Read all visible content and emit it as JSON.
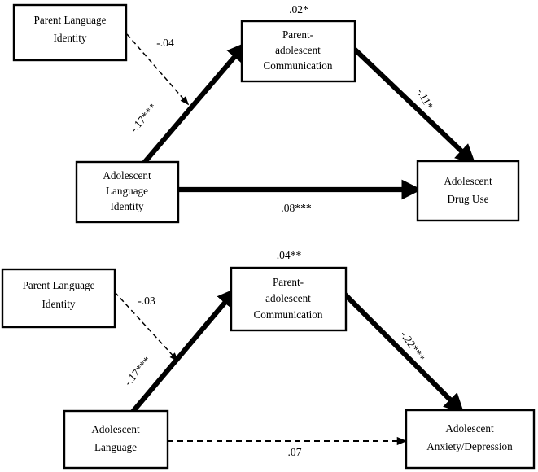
{
  "figure": {
    "type": "path-diagram",
    "description": "Two mediation path diagrams showing language identity, parent-adolescent communication, and adolescent outcomes",
    "colors": {
      "background": "#ffffff",
      "stroke": "#000000",
      "text": "#000000"
    }
  },
  "chart_data": {
    "type": "diagram",
    "panels": [
      {
        "id": "panel-top",
        "outcome": "Adolescent Drug Use",
        "nodes": [
          {
            "id": "parent-language-identity",
            "lines": [
              "Parent Language",
              "Identity"
            ]
          },
          {
            "id": "parent-adolescent-communication",
            "lines": [
              "Parent-",
              "adolescent",
              "Communication"
            ]
          },
          {
            "id": "adolescent-language-identity",
            "lines": [
              "Adolescent",
              "Language",
              "Identity"
            ]
          },
          {
            "id": "adolescent-drug-use",
            "lines": [
              "Adolescent",
              "Drug Use"
            ]
          }
        ],
        "paths": [
          {
            "id": "ppli-to-pac",
            "from": "parent-language-identity",
            "to": "parent-adolescent-communication",
            "coefficient": "-.04",
            "style": "dashed-thin",
            "significant": false
          },
          {
            "id": "ali-to-pac",
            "from": "adolescent-language-identity",
            "to": "parent-adolescent-communication",
            "coefficient": "-.17***",
            "style": "solid-thick",
            "significant": true
          },
          {
            "id": "pac-to-drug",
            "from": "parent-adolescent-communication",
            "to": "adolescent-drug-use",
            "coefficient": "-.11*",
            "style": "solid-thick",
            "significant": true
          },
          {
            "id": "ali-to-drug",
            "from": "adolescent-language-identity",
            "to": "adolescent-drug-use",
            "coefficient": ".08***",
            "style": "solid-thick",
            "significant": true
          }
        ],
        "r_square": {
          "target": "parent-adolescent-communication",
          "value": ".02*"
        }
      },
      {
        "id": "panel-bottom",
        "outcome": "Adolescent Anxiety/Depression",
        "nodes": [
          {
            "id": "parent-language-identity",
            "lines": [
              "Parent Language",
              "Identity"
            ]
          },
          {
            "id": "parent-adolescent-communication",
            "lines": [
              "Parent-",
              "adolescent",
              "Communication"
            ]
          },
          {
            "id": "adolescent-language",
            "lines": [
              "Adolescent",
              "Language"
            ]
          },
          {
            "id": "adolescent-anxiety-depression",
            "lines": [
              "Adolescent",
              "Anxiety/Depression"
            ]
          }
        ],
        "paths": [
          {
            "id": "ppli-to-pac",
            "from": "parent-language-identity",
            "to": "parent-adolescent-communication",
            "coefficient": "-.03",
            "style": "dashed-thin",
            "significant": false
          },
          {
            "id": "al-to-pac",
            "from": "adolescent-language",
            "to": "parent-adolescent-communication",
            "coefficient": "-.17***",
            "style": "solid-thick",
            "significant": true
          },
          {
            "id": "pac-to-anx",
            "from": "parent-adolescent-communication",
            "to": "adolescent-anxiety-depression",
            "coefficient": "-.22***",
            "style": "solid-thick",
            "significant": true
          },
          {
            "id": "al-to-anx",
            "from": "adolescent-language",
            "to": "adolescent-anxiety-depression",
            "coefficient": ".07",
            "style": "dashed",
            "significant": false
          }
        ],
        "r_square": {
          "target": "parent-adolescent-communication",
          "value": ".04**"
        }
      }
    ]
  },
  "panel_top": {
    "box_parent_language_identity": {
      "line1": "Parent Language",
      "line2": "Identity"
    },
    "box_parent_adolescent_communication": {
      "line1": "Parent-",
      "line2": "adolescent",
      "line3": "Communication"
    },
    "box_adolescent_language_identity": {
      "line1": "Adolescent",
      "line2": "Language",
      "line3": "Identity"
    },
    "box_adolescent_drug_use": {
      "line1": "Adolescent",
      "line2": "Drug Use"
    },
    "labels": {
      "r_square_communication": ".02*",
      "parent_identity_to_communication": "-.04",
      "adolescent_identity_to_communication": "-.17***",
      "communication_to_drug_use": "-.11*",
      "adolescent_identity_to_drug_use": ".08***"
    }
  },
  "panel_bottom": {
    "box_parent_language_identity": {
      "line1": "Parent Language",
      "line2": "Identity"
    },
    "box_parent_adolescent_communication": {
      "line1": "Parent-",
      "line2": "adolescent",
      "line3": "Communication"
    },
    "box_adolescent_language": {
      "line1": "Adolescent",
      "line2": "Language"
    },
    "box_adolescent_anxiety_depression": {
      "line1": "Adolescent",
      "line2": "Anxiety/Depression"
    },
    "labels": {
      "r_square_communication": ".04**",
      "parent_identity_to_communication": "-.03",
      "adolescent_language_to_communication": "-.17***",
      "communication_to_anxiety": "-.22***",
      "adolescent_language_to_anxiety": ".07"
    }
  }
}
